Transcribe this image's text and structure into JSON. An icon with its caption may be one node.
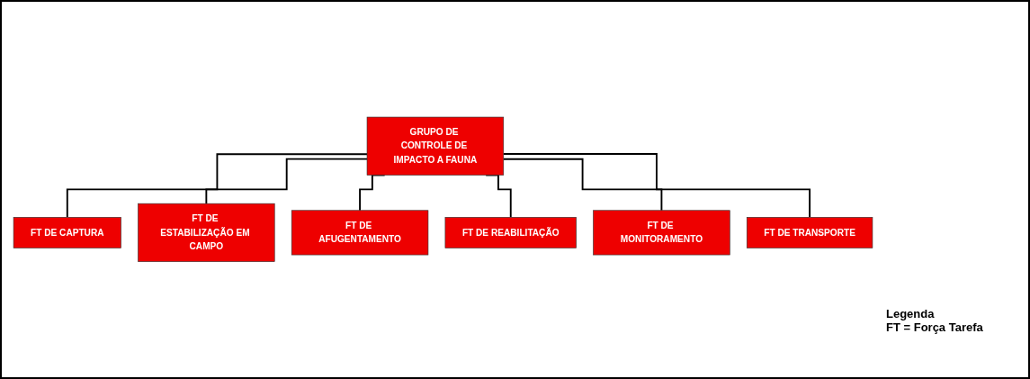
{
  "diagram": {
    "nodes": [
      {
        "text": [
          "GRUPO DE CONTROLE DE IMPACTO A FAUNA"
        ]
      },
      {
        "text": [
          "FT DE CAPTURA"
        ]
      },
      {
        "text": [
          "FT DE ESTABILIZAÇÃO EM CAMPO"
        ]
      },
      {
        "text": [
          "FT DE AFUGENTAMENTO"
        ]
      },
      {
        "text": [
          "FT DE REABILITAÇÃO"
        ]
      },
      {
        "text": [
          "FT DE MONITORAMENTO"
        ]
      },
      {
        "text": [
          "FT DE TRANSPORTE"
        ]
      }
    ],
    "edges": [
      {
        "from": 0,
        "to": 1,
        "arrow": "none"
      },
      {
        "from": 0,
        "to": 2,
        "arrow": "none"
      },
      {
        "from": 0,
        "to": 3,
        "arrow": "none"
      },
      {
        "from": 0,
        "to": 4,
        "arrow": "none"
      },
      {
        "from": 0,
        "to": 5,
        "arrow": "none"
      },
      {
        "from": 0,
        "to": 6,
        "arrow": "none"
      }
    ],
    "labels": [
      "Legenda",
      "FT = Força Tarefa"
    ]
  }
}
